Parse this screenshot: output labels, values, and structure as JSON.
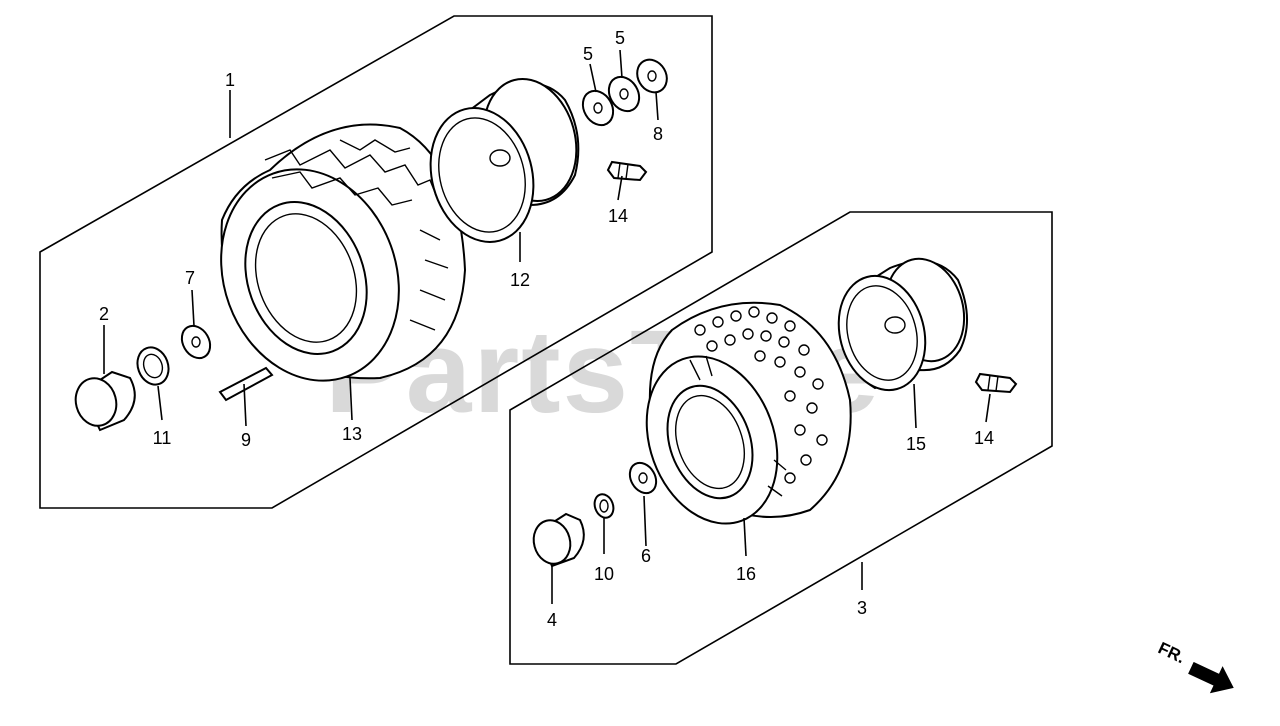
{
  "watermark": "PartsTree",
  "direction_label": "FR.",
  "callouts": {
    "c1": "1",
    "c2": "2",
    "c3": "3",
    "c4": "4",
    "c5a": "5",
    "c5b": "5",
    "c6": "6",
    "c7": "7",
    "c8": "8",
    "c9": "9",
    "c10": "10",
    "c11": "11",
    "c12": "12",
    "c13": "13",
    "c14a": "14",
    "c14b": "14",
    "c15": "15",
    "c16": "16"
  },
  "colors": {
    "line": "#000000",
    "watermark": "#d9d9d9",
    "background": "#ffffff"
  }
}
